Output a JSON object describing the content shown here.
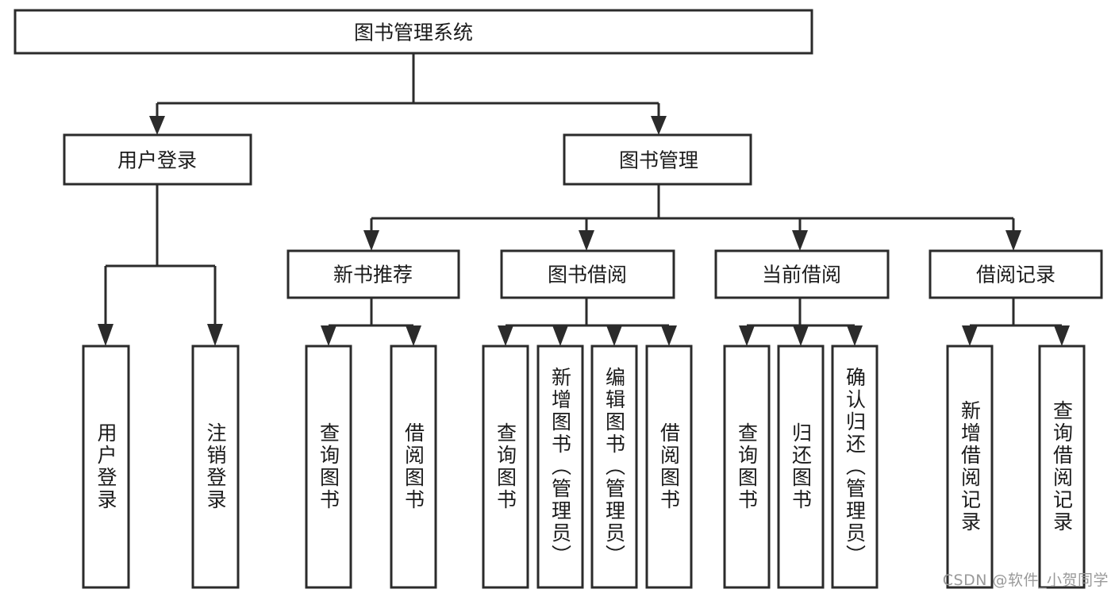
{
  "diagram": {
    "type": "tree",
    "title": "图书管理系统",
    "watermark": "CSDN @软件_小贺同学",
    "colors": {
      "stroke": "#2b2b2b",
      "fill": "#ffffff",
      "text": "#1b1b1b",
      "watermark": "#9a9a9a",
      "background": "#ffffff"
    },
    "root": {
      "label": "图书管理系统"
    },
    "level1": [
      {
        "label": "用户登录"
      },
      {
        "label": "图书管理"
      }
    ],
    "level2": [
      {
        "label": "新书推荐"
      },
      {
        "label": "图书借阅"
      },
      {
        "label": "当前借阅"
      },
      {
        "label": "借阅记录"
      }
    ],
    "leaves": {
      "user_login": [
        {
          "label": "用户登录"
        },
        {
          "label": "注销登录"
        }
      ],
      "new_book": [
        {
          "label": "查询图书"
        },
        {
          "label": "借阅图书"
        }
      ],
      "book_borrow": [
        {
          "label": "查询图书"
        },
        {
          "label": "新增图书（管理员）"
        },
        {
          "label": "编辑图书（管理员）"
        },
        {
          "label": "借阅图书"
        }
      ],
      "current_borrow": [
        {
          "label": "查询图书"
        },
        {
          "label": "归还图书"
        },
        {
          "label": "确认归还（管理员）"
        }
      ],
      "borrow_record": [
        {
          "label": "新增借阅记录"
        },
        {
          "label": "查询借阅记录"
        }
      ]
    }
  }
}
